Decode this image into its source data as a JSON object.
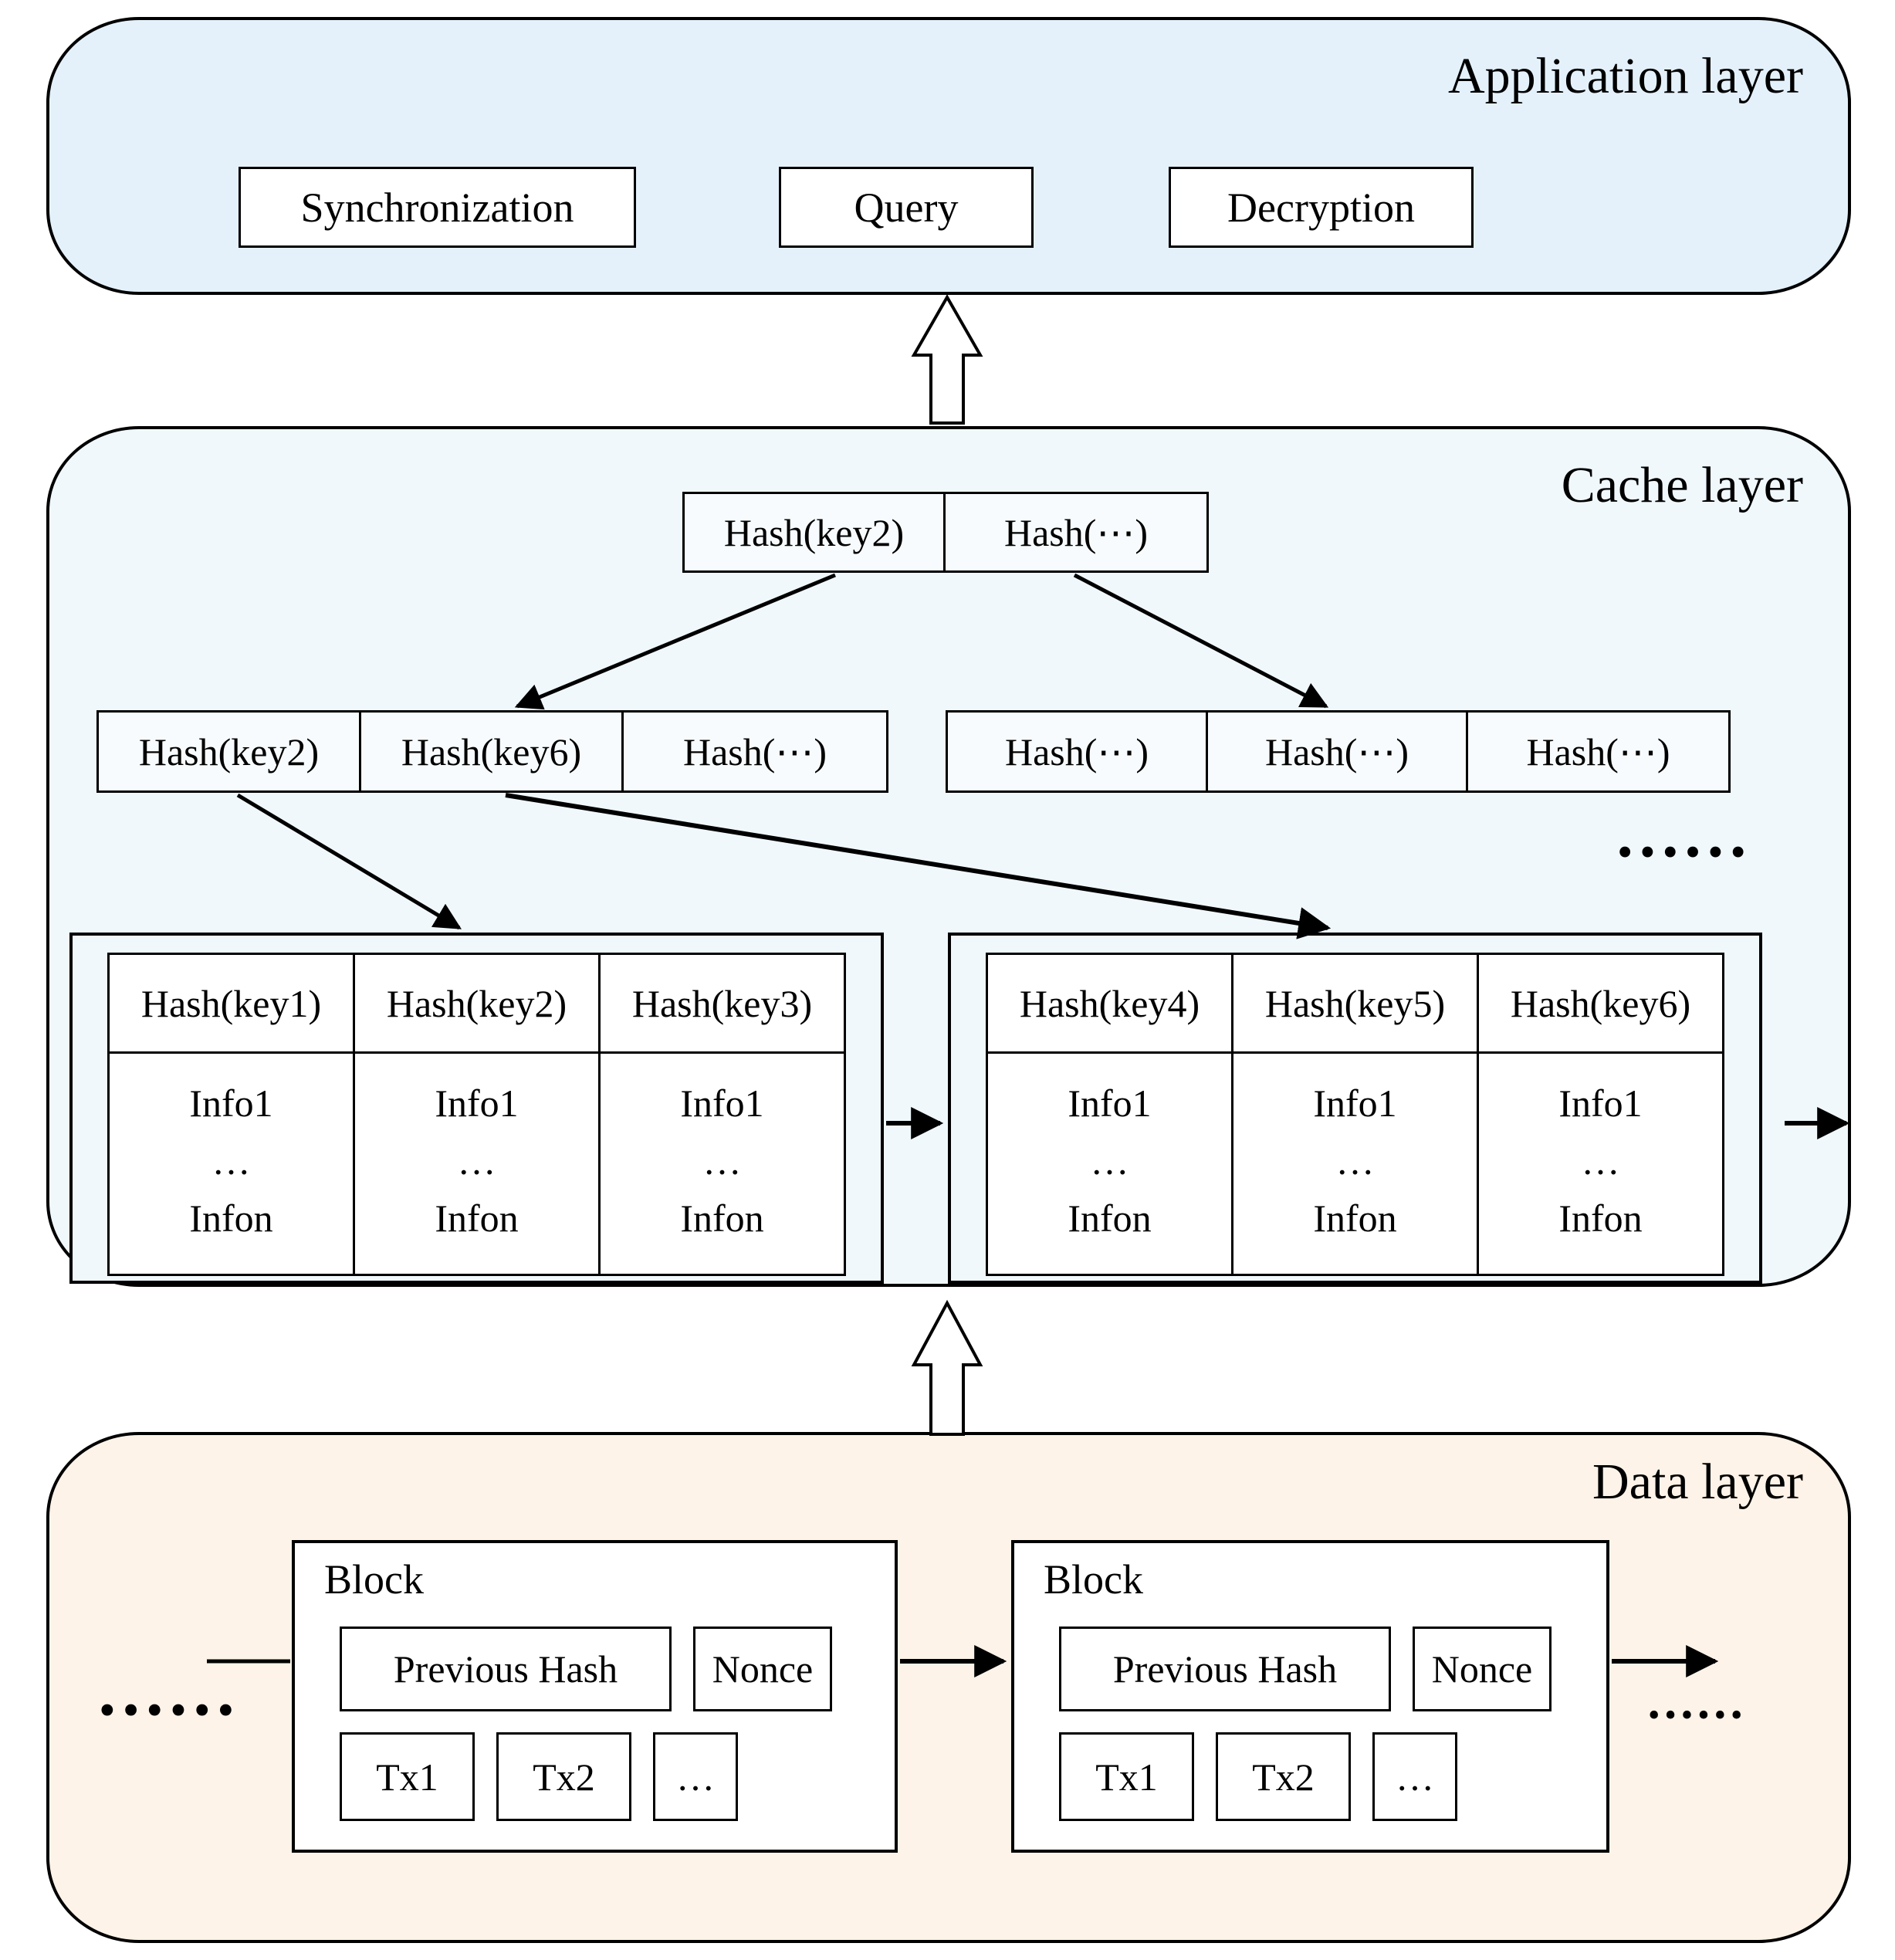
{
  "diagram": {
    "title": "Three-layer blockchain cache architecture",
    "colors": {
      "application_layer_bg": "#e4f1fa",
      "cache_layer_bg": "#f0f8fc",
      "data_layer_bg": "#fdf3e8",
      "stroke": "#000000",
      "box_fill": "#ffffff"
    }
  },
  "application_layer": {
    "title": "Application layer",
    "boxes": [
      {
        "label": "Synchronization"
      },
      {
        "label": "Query"
      },
      {
        "label": "Decryption"
      }
    ]
  },
  "cache_layer": {
    "title": "Cache layer",
    "ellipsis": "••••••",
    "root_row": {
      "cells": [
        {
          "label": "Hash(key2)"
        },
        {
          "label": "Hash(⋯)"
        }
      ]
    },
    "mid_row_left": {
      "cells": [
        {
          "label": "Hash(key2)"
        },
        {
          "label": "Hash(key6)"
        },
        {
          "label": "Hash(⋯)"
        }
      ]
    },
    "mid_row_right": {
      "cells": [
        {
          "label": "Hash(⋯)"
        },
        {
          "label": "Hash(⋯)"
        },
        {
          "label": "Hash(⋯)"
        }
      ]
    },
    "data_nodes": [
      {
        "columns": [
          {
            "key": "Hash(key1)",
            "first": "Info1",
            "middle": "…",
            "last": "Infon"
          },
          {
            "key": "Hash(key2)",
            "first": "Info1",
            "middle": "…",
            "last": "Infon"
          },
          {
            "key": "Hash(key3)",
            "first": "Info1",
            "middle": "…",
            "last": "Infon"
          }
        ]
      },
      {
        "columns": [
          {
            "key": "Hash(key4)",
            "first": "Info1",
            "middle": "…",
            "last": "Infon"
          },
          {
            "key": "Hash(key5)",
            "first": "Info1",
            "middle": "…",
            "last": "Infon"
          },
          {
            "key": "Hash(key6)",
            "first": "Info1",
            "middle": "…",
            "last": "Infon"
          }
        ]
      }
    ]
  },
  "data_layer": {
    "title": "Data layer",
    "ellipsis_left": "••••••",
    "ellipsis_right": "••••••",
    "blocks": [
      {
        "label": "Block",
        "previous_hash": "Previous Hash",
        "nonce": "Nonce",
        "transactions": [
          "Tx1",
          "Tx2"
        ],
        "tx_more": "…"
      },
      {
        "label": "Block",
        "previous_hash": "Previous Hash",
        "nonce": "Nonce",
        "transactions": [
          "Tx1",
          "Tx2"
        ],
        "tx_more": "…"
      }
    ]
  }
}
